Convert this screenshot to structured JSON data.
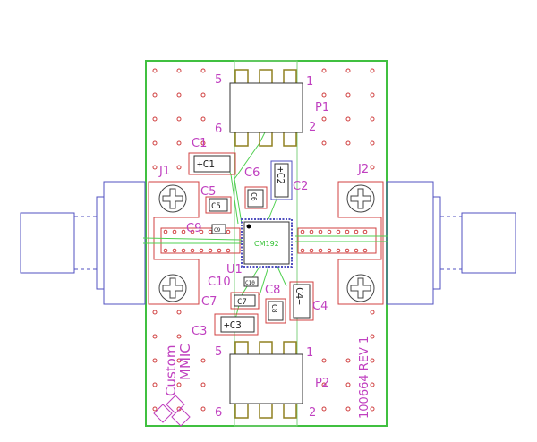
{
  "board": {
    "ic_label": "CM192",
    "ic_ref": "U1",
    "connectors": [
      "J1",
      "J2"
    ],
    "headers": [
      {
        "ref": "P1",
        "pins": [
          "5",
          "1",
          "6",
          "2"
        ]
      },
      {
        "ref": "P2",
        "pins": [
          "5",
          "1",
          "6",
          "2"
        ]
      }
    ],
    "capacitors": {
      "C1": {
        "ref": "C1",
        "body": "+C1"
      },
      "C2": {
        "ref": "C2",
        "body": "+C2"
      },
      "C3": {
        "ref": "C3",
        "body": "+C3"
      },
      "C4": {
        "ref": "C4",
        "body": "C4+"
      },
      "C5": {
        "ref": "C5",
        "body": "C5"
      },
      "C6": {
        "ref": "C6",
        "body": "C6"
      },
      "C7": {
        "ref": "C7",
        "body": "C7"
      },
      "C8": {
        "ref": "C8",
        "body": "C8"
      },
      "C9": {
        "ref": "C9",
        "body": "C9"
      },
      "C10": {
        "ref": "C10",
        "body": "C10"
      }
    },
    "logo_text": [
      "Custom",
      "MMIC"
    ],
    "revision": "100664 REV 1"
  },
  "colors": {
    "outline": "#40c040",
    "silk": "#c040c0",
    "copper": "#d04040",
    "mech": "#5050c0"
  }
}
